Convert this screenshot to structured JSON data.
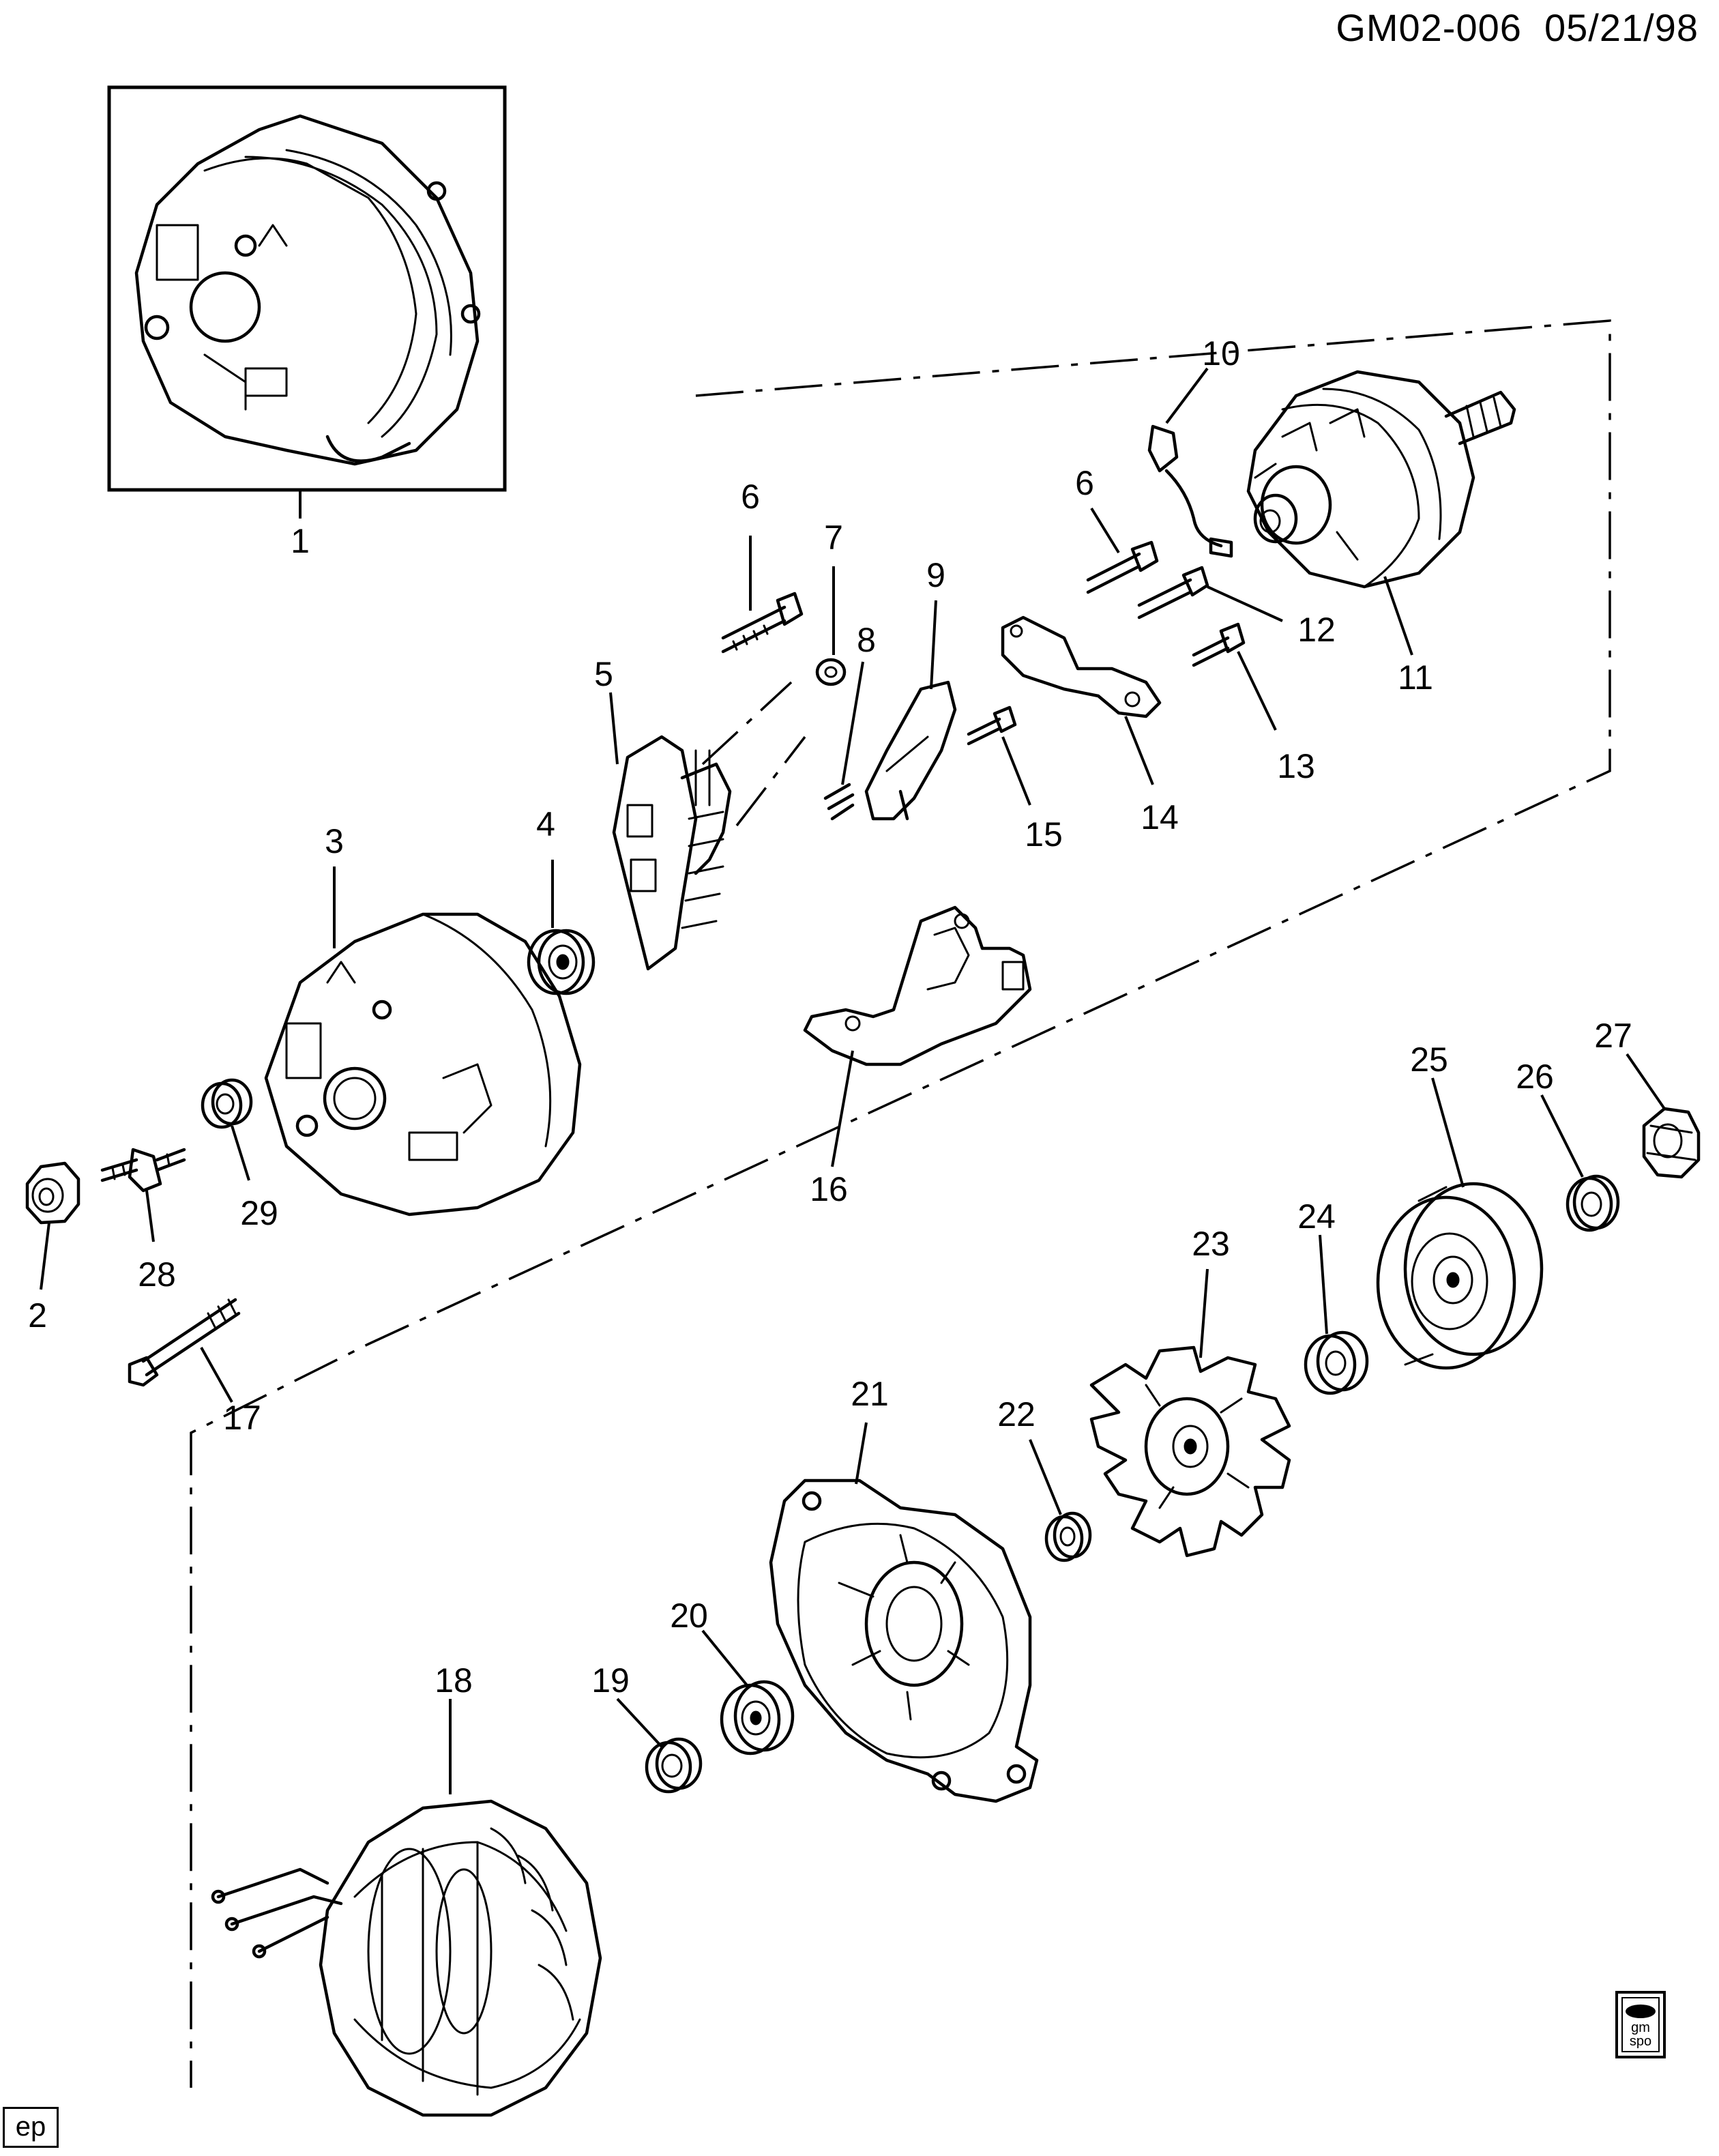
{
  "header": {
    "drawing_id": "GM02-006",
    "date": "05/21/98"
  },
  "footer": {
    "tag": "ep"
  },
  "logo": {
    "text_top": "gm",
    "text_bottom": "spo"
  },
  "callouts": {
    "c1": "1",
    "c2": "2",
    "c3": "3",
    "c4": "4",
    "c5": "5",
    "c6a": "6",
    "c6b": "6",
    "c7": "7",
    "c8": "8",
    "c9": "9",
    "c10": "10",
    "c11": "11",
    "c12": "12",
    "c13": "13",
    "c14": "14",
    "c15": "15",
    "c16": "16",
    "c17": "17",
    "c18": "18",
    "c19": "19",
    "c20": "20",
    "c21": "21",
    "c22": "22",
    "c23": "23",
    "c24": "24",
    "c25": "25",
    "c26": "26",
    "c27": "27",
    "c28": "28",
    "c29": "29"
  }
}
